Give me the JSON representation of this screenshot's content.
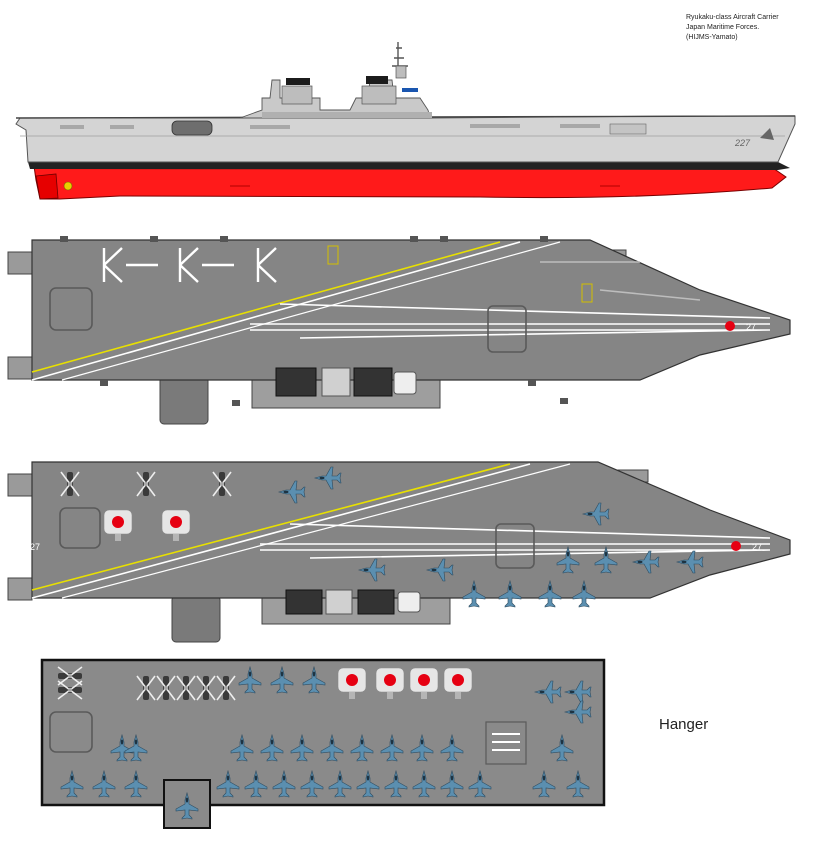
{
  "caption": {
    "line1": "Ryukaku-class Aircraft Carrier",
    "line2": "Japan Maritime Forces.",
    "line3": "(HIJMS-Yamato)"
  },
  "hull_number": "227",
  "deck_number": "27",
  "hanger_label": "Hanger",
  "colors": {
    "hull_upper": "#d4d4d4",
    "hull_lower": "#ff1a1a",
    "boot_stripe": "#222222",
    "deck": "#858585",
    "deck_markings": "#ffffff",
    "centerline": "#e8e000",
    "hanger_floor": "#8a8a8a",
    "aircraft": "#5b8fb0",
    "roundel": "#e60012"
  },
  "views": [
    "side-profile",
    "flight-deck-empty",
    "flight-deck-loaded",
    "hanger-deck"
  ]
}
